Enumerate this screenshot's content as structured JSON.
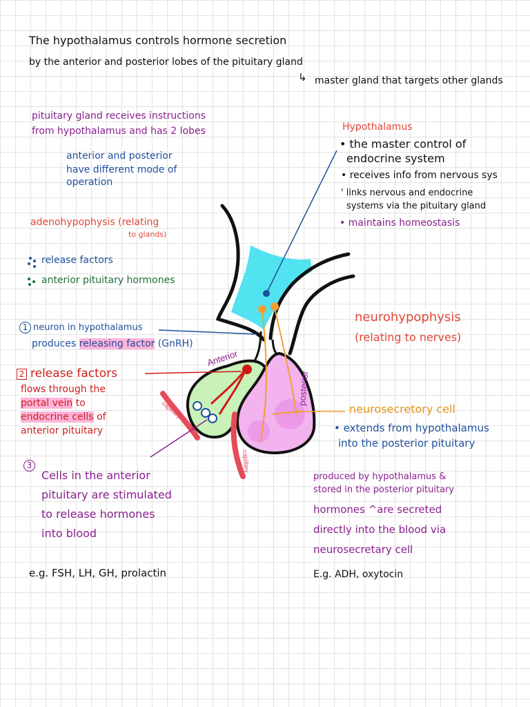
{
  "header": {
    "title": "The hypothalamus controls hormone secretion",
    "subtitle": "by the anterior and posterior lobes of the pituitary gland",
    "arrow": "↳",
    "note": "master gland that targets other glands"
  },
  "left": {
    "pituitary_line1": "pituitary gland receives instructions",
    "pituitary_line2": "from hypothalamus and has 2 lobes",
    "modes_line1": "anterior and posterior",
    "modes_line2": "have different mode of",
    "modes_line3": "operation",
    "adeno_line1": "adenohypophysis (relating",
    "adeno_line2": "to glands)",
    "legend_release": "release factors",
    "legend_hormones": "anterior pituitary hormones",
    "step1_num": "1",
    "step1_line1": "neuron in hypothalamus",
    "step1_line2_pre": "produces",
    "step1_line2_hl": "releasing factor",
    "step1_line2_post": "(GnRH)",
    "step2_num": "2",
    "step2_title": "release factors",
    "step2_line1": "flows through the",
    "step2_line2_hl": "portal vein",
    "step2_line2_post": "to",
    "step2_line3_hl": "endocrine cells",
    "step2_line3_post": "of",
    "step2_line4": "anterior pituitary",
    "step3_num": "3",
    "step3_line1": "Cells in the anterior",
    "step3_line2": "pituitary are stimulated",
    "step3_line3": "to release hormones",
    "step3_line4": "into blood",
    "example": "e.g. FSH, LH, GH, prolactin"
  },
  "right": {
    "hypo_title": "Hypothalamus",
    "bullet1_line1": "• the master control of",
    "bullet1_line2": "endocrine system",
    "bullet2": "• receives info from nervous sys",
    "bullet3_line1": "' links nervous and endocrine",
    "bullet3_line2": "systems via the pituitary gland",
    "bullet4": "• maintains homeostasis",
    "neuro_line1": "neurohypophysis",
    "neuro_line2": "(relating to nerves)",
    "neurosec_label": "neurosecretory cell",
    "extends_line1": "• extends from hypothalamus",
    "extends_line2": "into the posterior pituitary",
    "produced_line1": "produced by hypothalamus &",
    "produced_line2": "stored in the posterior pituitary",
    "secreted_line1": "hormones ^are secreted",
    "secreted_line2": "directly into the blood via",
    "secreted_line3": "neurosecretary cell",
    "example": "E.g. ADH, oxytocin"
  },
  "diagram": {
    "label_anterior": "Anterior",
    "label_posterior": "posterior",
    "label_capillary_left": "capillary",
    "label_capillary_right": "capillary"
  },
  "colors": {
    "hypothalamus_fill": "#3ee0ee",
    "anterior_fill": "#c8f2b8",
    "posterior_fill": "#f2b3ee",
    "capillary": "#e64b5a",
    "neuron": "#f0a030",
    "portal_vein": "#d01818",
    "pointer_blue": "#1f4f9c",
    "pointer_purple": "#8a1f8f"
  }
}
